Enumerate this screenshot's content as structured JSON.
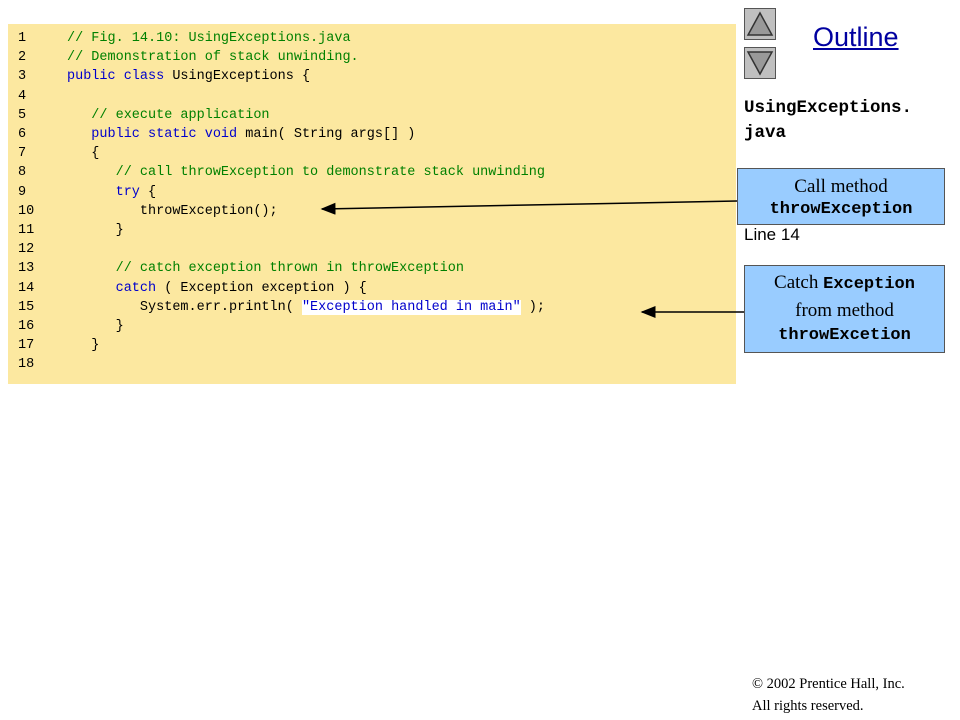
{
  "code": {
    "lines": [
      {
        "num": "1",
        "segments": [
          {
            "text": "// Fig. 14.10: UsingExceptions.java",
            "type": "comment"
          }
        ]
      },
      {
        "num": "2",
        "segments": [
          {
            "text": "// Demonstration of stack unwinding.",
            "type": "comment"
          }
        ]
      },
      {
        "num": "3",
        "segments": [
          {
            "text": "public class",
            "type": "kw"
          },
          {
            "text": " UsingExceptions {",
            "type": "plain"
          }
        ]
      },
      {
        "num": "4",
        "segments": []
      },
      {
        "num": "5",
        "segments": [
          {
            "text": "   // execute application",
            "type": "comment"
          }
        ]
      },
      {
        "num": "6",
        "segments": [
          {
            "text": "   public static void",
            "type": "kw"
          },
          {
            "text": " main( String args[] )",
            "type": "plain"
          }
        ]
      },
      {
        "num": "7",
        "segments": [
          {
            "text": "   {",
            "type": "plain"
          }
        ]
      },
      {
        "num": "8",
        "segments": [
          {
            "text": "      // call throwException to demonstrate stack unwinding",
            "type": "comment"
          }
        ]
      },
      {
        "num": "9",
        "segments": [
          {
            "text": "      try",
            "type": "kw"
          },
          {
            "text": " {",
            "type": "plain"
          }
        ]
      },
      {
        "num": "10",
        "segments": [
          {
            "text": "         throwException();",
            "type": "plain"
          }
        ]
      },
      {
        "num": "11",
        "segments": [
          {
            "text": "      }",
            "type": "plain"
          }
        ]
      },
      {
        "num": "12",
        "segments": []
      },
      {
        "num": "13",
        "segments": [
          {
            "text": "      // catch exception thrown in throwException",
            "type": "comment"
          }
        ]
      },
      {
        "num": "14",
        "segments": [
          {
            "text": "      catch",
            "type": "kw"
          },
          {
            "text": " ( Exception exception ) {",
            "type": "plain"
          }
        ]
      },
      {
        "num": "15",
        "segments": [
          {
            "text": "         System.err.println( ",
            "type": "plain"
          },
          {
            "text": "\"Exception handled in main\"",
            "type": "str"
          },
          {
            "text": " );",
            "type": "plain"
          }
        ]
      },
      {
        "num": "16",
        "segments": [
          {
            "text": "      }",
            "type": "plain"
          }
        ]
      },
      {
        "num": "17",
        "segments": [
          {
            "text": "   }",
            "type": "plain"
          }
        ]
      },
      {
        "num": "18",
        "segments": []
      }
    ]
  },
  "sidebar": {
    "outline_title": "Outline",
    "file_name_line1": "UsingExceptions.",
    "file_name_line2": "java",
    "line_ref": "Line 14",
    "up_icon": "triangle-up-icon",
    "down_icon": "triangle-down-icon"
  },
  "callouts": {
    "call_method": {
      "line1": "Call method",
      "line2": "throwException"
    },
    "catch_exception": {
      "prefix": "Catch ",
      "code": "Exception",
      "line2": "from method",
      "line3": "throwExcetion"
    }
  },
  "footer": {
    "copyright": "© 2002 Prentice Hall, Inc.",
    "rights": "All rights reserved."
  },
  "colors": {
    "code_background": "#fce8a0",
    "comment": "#008000",
    "keyword": "#0000cc",
    "callout_background": "#99ccff",
    "outline_link": "#0000a0"
  }
}
